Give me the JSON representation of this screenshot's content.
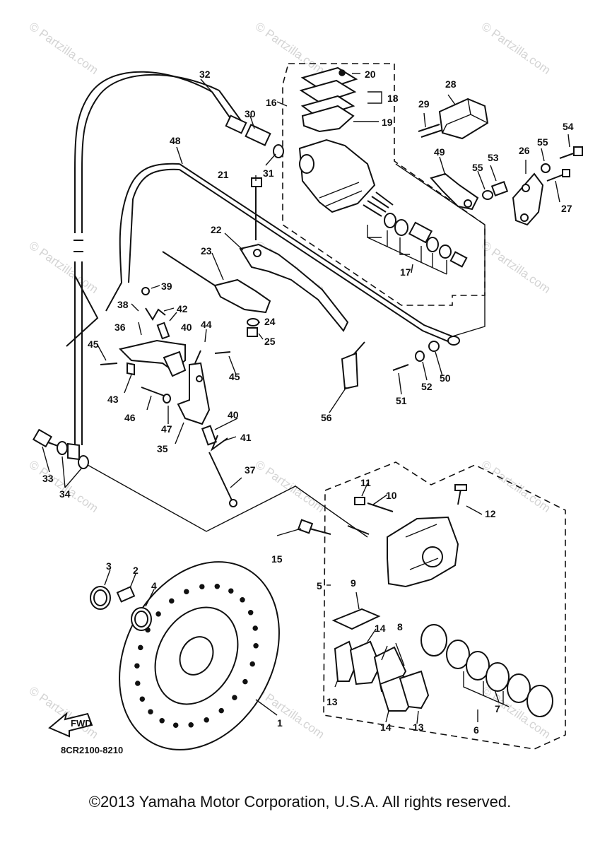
{
  "diagram": {
    "part_code": "8CR2100-8210",
    "fwd_label": "FWD",
    "watermark_text": "© Partzilla.com",
    "callouts": [
      "1",
      "2",
      "3",
      "4",
      "5",
      "6",
      "7",
      "8",
      "9",
      "10",
      "11",
      "12",
      "13",
      "13",
      "14",
      "14",
      "15",
      "16",
      "17",
      "18",
      "19",
      "20",
      "21",
      "22",
      "23",
      "24",
      "25",
      "26",
      "27",
      "28",
      "29",
      "30",
      "31",
      "32",
      "33",
      "34",
      "35",
      "36",
      "37",
      "38",
      "39",
      "40",
      "40",
      "41",
      "42",
      "43",
      "44",
      "45",
      "45",
      "46",
      "47",
      "48",
      "49",
      "50",
      "51",
      "52",
      "53",
      "54",
      "55",
      "55",
      "56"
    ]
  },
  "footer": {
    "copyright": "©2013  Yamaha Motor Corporation, U.S.A. All rights reserved."
  }
}
